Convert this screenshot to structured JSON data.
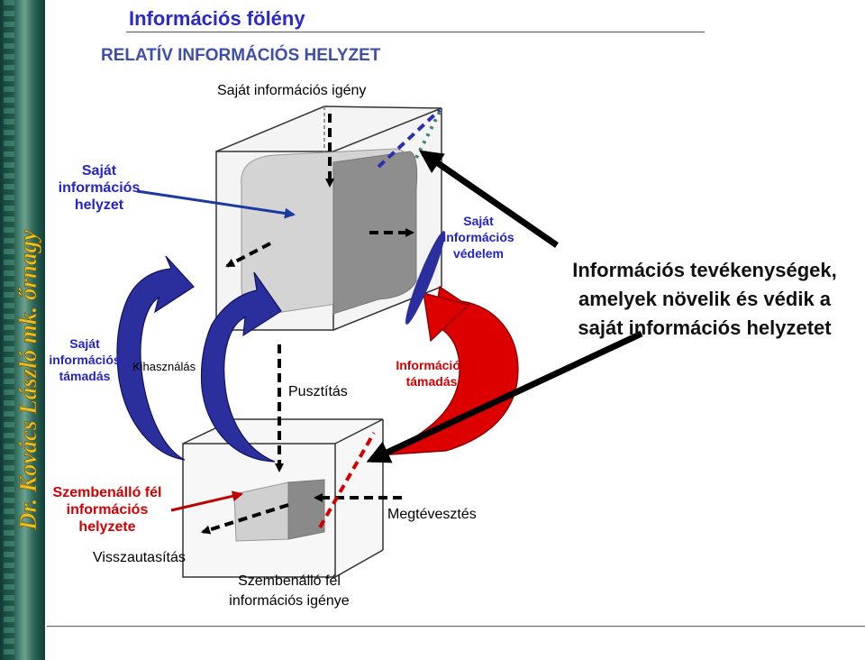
{
  "header": {
    "title": "Információs fölény",
    "subtitle": "RELATÍV INFORMÁCIÓS HELYZET"
  },
  "sidebar": {
    "author": "Dr. Kovács László mk. őrnagy"
  },
  "labels": {
    "own_info_need": "Saját információs igény",
    "own_info_position": [
      "Saját",
      "információs",
      "helyzet"
    ],
    "own_info_protection": [
      "Saját",
      "információs",
      "védelem"
    ],
    "own_info_attack": [
      "Saját",
      "információs",
      "támadás"
    ],
    "exploitation": "Kihasználás",
    "destruction": "Pusztítás",
    "info_attack": [
      "Információs",
      "támadás"
    ],
    "opponent_info_position": [
      "Szembenálló fél",
      "információs",
      "helyzete"
    ],
    "rejection": "Visszautasítás",
    "deception": "Megtévesztés",
    "opponent_info_need": [
      "Szembenálló fél",
      "információs igénye"
    ]
  },
  "callout": {
    "lines": [
      "Információs tevékenységek,",
      "amelyek növelik és védik a",
      "saját információs helyzetet"
    ]
  },
  "colors": {
    "title": "#2a2ac8",
    "blue_arrow": "#2b2f9e",
    "red_arrow": "#d40000",
    "own_position_text": "#2323c8",
    "attack_text": "#d20000"
  }
}
